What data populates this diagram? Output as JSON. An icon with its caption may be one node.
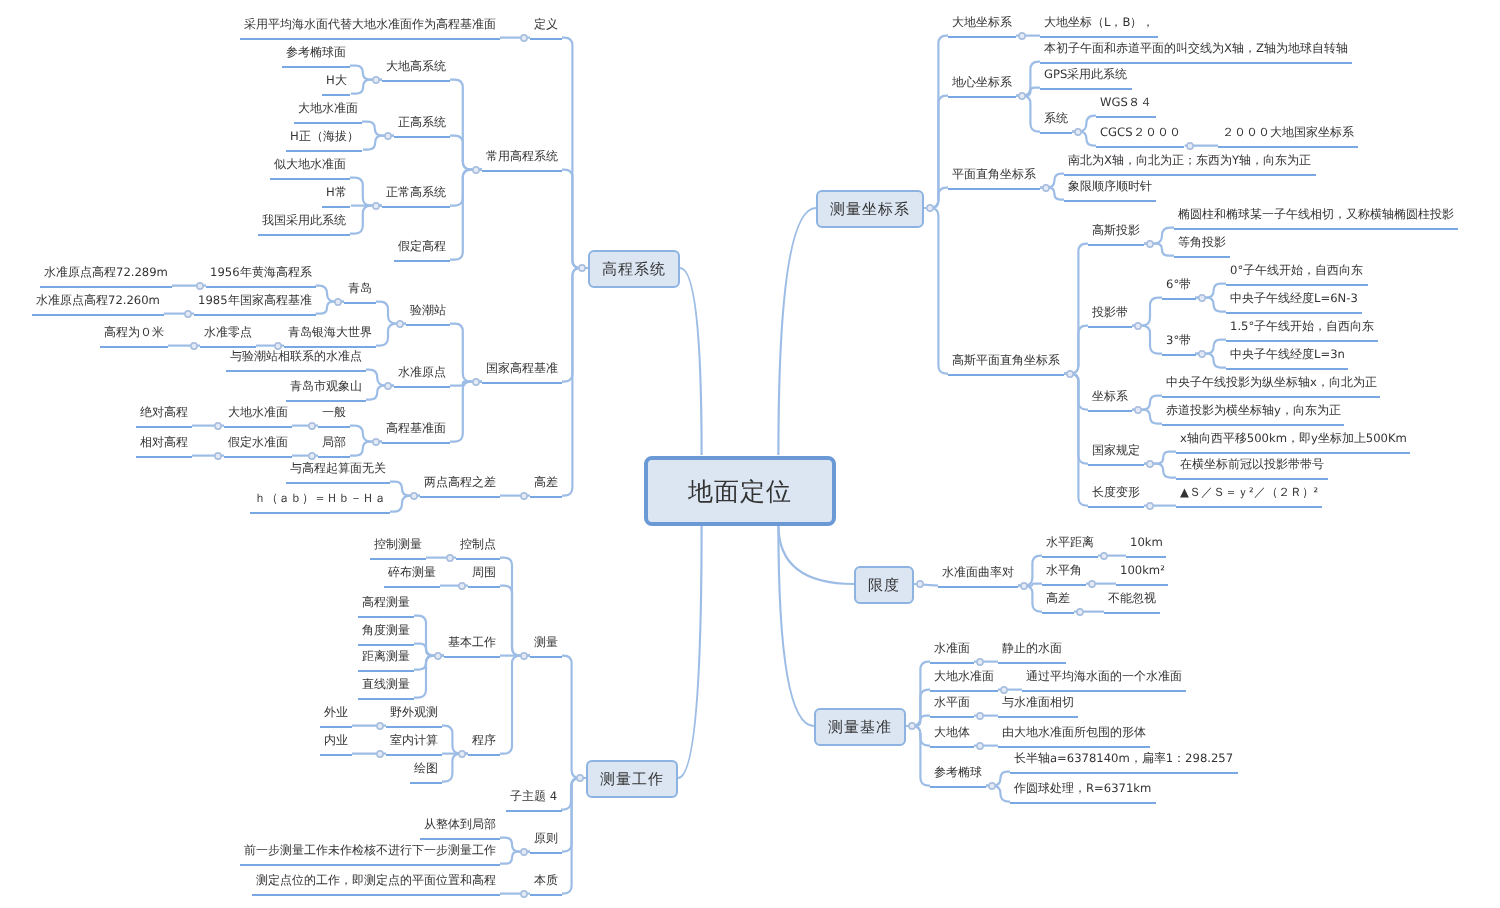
{
  "diagram": {
    "nodes": [
      {
        "text": [
          "地面定位"
        ]
      },
      {
        "text": [
          "高程系统"
        ]
      },
      {
        "text": [
          "定义"
        ]
      },
      {
        "text": [
          "采用平均海水面代替大地水准面作为高程基准面"
        ]
      },
      {
        "text": [
          "常用高程系统"
        ]
      },
      {
        "text": [
          "大地高系统"
        ]
      },
      {
        "text": [
          "参考椭球面"
        ]
      },
      {
        "text": [
          "H大"
        ]
      },
      {
        "text": [
          "正高系统"
        ]
      },
      {
        "text": [
          "大地水准面"
        ]
      },
      {
        "text": [
          "H正（海拔）"
        ]
      },
      {
        "text": [
          "正常高系统"
        ]
      },
      {
        "text": [
          "似大地水准面"
        ]
      },
      {
        "text": [
          "H常"
        ]
      },
      {
        "text": [
          "我国采用此系统"
        ]
      },
      {
        "text": [
          "假定高程"
        ]
      },
      {
        "text": [
          "国家高程基准"
        ]
      },
      {
        "text": [
          "验潮站"
        ]
      },
      {
        "text": [
          "青岛"
        ]
      },
      {
        "text": [
          "1956年黄海高程系"
        ]
      },
      {
        "text": [
          "水准原点高程72.289m"
        ]
      },
      {
        "text": [
          "1985年国家高程基准"
        ]
      },
      {
        "text": [
          "水准原点高程72.260m"
        ]
      },
      {
        "text": [
          "青岛银海大世界"
        ]
      },
      {
        "text": [
          "水准零点"
        ]
      },
      {
        "text": [
          "高程为０米"
        ]
      },
      {
        "text": [
          "水准原点"
        ]
      },
      {
        "text": [
          "与验潮站相联系的水准点"
        ]
      },
      {
        "text": [
          "青岛市观象山"
        ]
      },
      {
        "text": [
          "高程基准面"
        ]
      },
      {
        "text": [
          "一般"
        ]
      },
      {
        "text": [
          "大地水准面"
        ]
      },
      {
        "text": [
          "绝对高程"
        ]
      },
      {
        "text": [
          "局部"
        ]
      },
      {
        "text": [
          "假定水准面"
        ]
      },
      {
        "text": [
          "相对高程"
        ]
      },
      {
        "text": [
          "高差"
        ]
      },
      {
        "text": [
          "两点高程之差"
        ]
      },
      {
        "text": [
          "与高程起算面无关"
        ]
      },
      {
        "text": [
          "ｈ（ａｂ）＝Ｈｂ－Ｈａ"
        ]
      },
      {
        "text": [
          "测量工作"
        ]
      },
      {
        "text": [
          "测量"
        ]
      },
      {
        "text": [
          "控制点"
        ]
      },
      {
        "text": [
          "控制测量"
        ]
      },
      {
        "text": [
          "周围"
        ]
      },
      {
        "text": [
          "碎布测量"
        ]
      },
      {
        "text": [
          "基本工作"
        ]
      },
      {
        "text": [
          "高程测量"
        ]
      },
      {
        "text": [
          "角度测量"
        ]
      },
      {
        "text": [
          "距离测量"
        ]
      },
      {
        "text": [
          "直线测量"
        ]
      },
      {
        "text": [
          "程序"
        ]
      },
      {
        "text": [
          "野外观测"
        ]
      },
      {
        "text": [
          "外业"
        ]
      },
      {
        "text": [
          "室内计算"
        ]
      },
      {
        "text": [
          "内业"
        ]
      },
      {
        "text": [
          "绘图"
        ]
      },
      {
        "text": [
          "子主题 4"
        ]
      },
      {
        "text": [
          "原则"
        ]
      },
      {
        "text": [
          "从整体到局部"
        ]
      },
      {
        "text": [
          "前一步测量工作未作检核不进行下一步测量工作"
        ]
      },
      {
        "text": [
          "本质"
        ]
      },
      {
        "text": [
          "测定点位的工作，即测定点的平面位置和高程"
        ]
      },
      {
        "text": [
          "测量坐标系"
        ]
      },
      {
        "text": [
          "大地坐标系"
        ]
      },
      {
        "text": [
          "大地坐标（L，B），"
        ]
      },
      {
        "text": [
          "地心坐标系"
        ]
      },
      {
        "text": [
          "本初子午面和赤道平面的叫交线为X轴，Z轴为地球自转轴"
        ]
      },
      {
        "text": [
          "GPS采用此系统"
        ]
      },
      {
        "text": [
          "系统"
        ]
      },
      {
        "text": [
          "WGS８４"
        ]
      },
      {
        "text": [
          "CGCS２０００"
        ]
      },
      {
        "text": [
          "２０００大地国家坐标系"
        ]
      },
      {
        "text": [
          "平面直角坐标系"
        ]
      },
      {
        "text": [
          "南北为X轴，向北为正；东西为Y轴，向东为正"
        ]
      },
      {
        "text": [
          "象限顺序顺时针"
        ]
      },
      {
        "text": [
          "高斯平面直角坐标系"
        ]
      },
      {
        "text": [
          "高斯投影"
        ]
      },
      {
        "text": [
          "椭圆柱和椭球某一子午线相切，又称横轴椭圆柱投影"
        ]
      },
      {
        "text": [
          "等角投影"
        ]
      },
      {
        "text": [
          "投影带"
        ]
      },
      {
        "text": [
          "6°带"
        ]
      },
      {
        "text": [
          "0°子午线开始，自西向东"
        ]
      },
      {
        "text": [
          "中央子午线经度L=6N-3"
        ]
      },
      {
        "text": [
          "3°带"
        ]
      },
      {
        "text": [
          "1.5°子午线开始，自西向东"
        ]
      },
      {
        "text": [
          "中央子午线经度L=3n"
        ]
      },
      {
        "text": [
          "坐标系"
        ]
      },
      {
        "text": [
          "中央子午线投影为纵坐标轴x，向北为正"
        ]
      },
      {
        "text": [
          "赤道投影为横坐标轴y，向东为正"
        ]
      },
      {
        "text": [
          "国家规定"
        ]
      },
      {
        "text": [
          "x轴向西平移500km，即y坐标加上500Km"
        ]
      },
      {
        "text": [
          "在横坐标前冠以投影带带号"
        ]
      },
      {
        "text": [
          "长度变形"
        ]
      },
      {
        "text": [
          "▲Ｓ／Ｓ＝ｙ²／（２Ｒ）²"
        ]
      },
      {
        "text": [
          "限度"
        ]
      },
      {
        "text": [
          "水准面曲率对"
        ]
      },
      {
        "text": [
          "水平距离"
        ]
      },
      {
        "text": [
          "10km"
        ]
      },
      {
        "text": [
          "水平角"
        ]
      },
      {
        "text": [
          "100km²"
        ]
      },
      {
        "text": [
          "高差"
        ]
      },
      {
        "text": [
          "不能忽视"
        ]
      },
      {
        "text": [
          "测量基准"
        ]
      },
      {
        "text": [
          "水准面"
        ]
      },
      {
        "text": [
          "静止的水面"
        ]
      },
      {
        "text": [
          "大地水准面"
        ]
      },
      {
        "text": [
          "通过平均海水面的一个水准面"
        ]
      },
      {
        "text": [
          "水平面"
        ]
      },
      {
        "text": [
          "与水准面相切"
        ]
      },
      {
        "text": [
          "大地体"
        ]
      },
      {
        "text": [
          "由大地水准面所包围的形体"
        ]
      },
      {
        "text": [
          "参考椭球"
        ]
      },
      {
        "text": [
          "长半轴a=6378140m，扁率1：298.257"
        ]
      },
      {
        "text": [
          "作圆球处理，R=6371km"
        ]
      }
    ],
    "edges": [
      {
        "from": 0,
        "to": 1,
        "arrow": "none"
      },
      {
        "from": 1,
        "to": 2,
        "arrow": "none"
      },
      {
        "from": 2,
        "to": 3,
        "arrow": "none"
      },
      {
        "from": 1,
        "to": 4,
        "arrow": "none"
      },
      {
        "from": 4,
        "to": 5,
        "arrow": "none"
      },
      {
        "from": 5,
        "to": 6,
        "arrow": "none"
      },
      {
        "from": 5,
        "to": 7,
        "arrow": "none"
      },
      {
        "from": 4,
        "to": 8,
        "arrow": "none"
      },
      {
        "from": 8,
        "to": 9,
        "arrow": "none"
      },
      {
        "from": 8,
        "to": 10,
        "arrow": "none"
      },
      {
        "from": 4,
        "to": 11,
        "arrow": "none"
      },
      {
        "from": 11,
        "to": 12,
        "arrow": "none"
      },
      {
        "from": 11,
        "to": 13,
        "arrow": "none"
      },
      {
        "from": 11,
        "to": 14,
        "arrow": "none"
      },
      {
        "from": 4,
        "to": 15,
        "arrow": "none"
      },
      {
        "from": 1,
        "to": 16,
        "arrow": "none"
      },
      {
        "from": 16,
        "to": 17,
        "arrow": "none"
      },
      {
        "from": 17,
        "to": 18,
        "arrow": "none"
      },
      {
        "from": 18,
        "to": 19,
        "arrow": "none"
      },
      {
        "from": 19,
        "to": 20,
        "arrow": "none"
      },
      {
        "from": 18,
        "to": 21,
        "arrow": "none"
      },
      {
        "from": 21,
        "to": 22,
        "arrow": "none"
      },
      {
        "from": 17,
        "to": 23,
        "arrow": "none"
      },
      {
        "from": 23,
        "to": 24,
        "arrow": "none"
      },
      {
        "from": 24,
        "to": 25,
        "arrow": "none"
      },
      {
        "from": 16,
        "to": 26,
        "arrow": "none"
      },
      {
        "from": 26,
        "to": 27,
        "arrow": "none"
      },
      {
        "from": 26,
        "to": 28,
        "arrow": "none"
      },
      {
        "from": 16,
        "to": 29,
        "arrow": "none"
      },
      {
        "from": 29,
        "to": 30,
        "arrow": "none"
      },
      {
        "from": 30,
        "to": 31,
        "arrow": "none"
      },
      {
        "from": 31,
        "to": 32,
        "arrow": "none"
      },
      {
        "from": 29,
        "to": 33,
        "arrow": "none"
      },
      {
        "from": 33,
        "to": 34,
        "arrow": "none"
      },
      {
        "from": 34,
        "to": 35,
        "arrow": "none"
      },
      {
        "from": 1,
        "to": 36,
        "arrow": "none"
      },
      {
        "from": 36,
        "to": 37,
        "arrow": "none"
      },
      {
        "from": 37,
        "to": 38,
        "arrow": "none"
      },
      {
        "from": 37,
        "to": 39,
        "arrow": "none"
      },
      {
        "from": 0,
        "to": 40,
        "arrow": "none"
      },
      {
        "from": 40,
        "to": 41,
        "arrow": "none"
      },
      {
        "from": 41,
        "to": 42,
        "arrow": "none"
      },
      {
        "from": 42,
        "to": 43,
        "arrow": "none"
      },
      {
        "from": 41,
        "to": 44,
        "arrow": "none"
      },
      {
        "from": 44,
        "to": 45,
        "arrow": "none"
      },
      {
        "from": 41,
        "to": 46,
        "arrow": "none"
      },
      {
        "from": 46,
        "to": 47,
        "arrow": "none"
      },
      {
        "from": 46,
        "to": 48,
        "arrow": "none"
      },
      {
        "from": 46,
        "to": 49,
        "arrow": "none"
      },
      {
        "from": 46,
        "to": 50,
        "arrow": "none"
      },
      {
        "from": 41,
        "to": 51,
        "arrow": "none"
      },
      {
        "from": 51,
        "to": 52,
        "arrow": "none"
      },
      {
        "from": 52,
        "to": 53,
        "arrow": "none"
      },
      {
        "from": 51,
        "to": 54,
        "arrow": "none"
      },
      {
        "from": 54,
        "to": 55,
        "arrow": "none"
      },
      {
        "from": 51,
        "to": 56,
        "arrow": "none"
      },
      {
        "from": 40,
        "to": 57,
        "arrow": "none"
      },
      {
        "from": 40,
        "to": 58,
        "arrow": "none"
      },
      {
        "from": 58,
        "to": 59,
        "arrow": "none"
      },
      {
        "from": 58,
        "to": 60,
        "arrow": "none"
      },
      {
        "from": 40,
        "to": 61,
        "arrow": "none"
      },
      {
        "from": 61,
        "to": 62,
        "arrow": "none"
      },
      {
        "from": 0,
        "to": 63,
        "arrow": "none"
      },
      {
        "from": 63,
        "to": 64,
        "arrow": "none"
      },
      {
        "from": 64,
        "to": 65,
        "arrow": "none"
      },
      {
        "from": 63,
        "to": 66,
        "arrow": "none"
      },
      {
        "from": 66,
        "to": 67,
        "arrow": "none"
      },
      {
        "from": 66,
        "to": 68,
        "arrow": "none"
      },
      {
        "from": 66,
        "to": 69,
        "arrow": "none"
      },
      {
        "from": 69,
        "to": 70,
        "arrow": "none"
      },
      {
        "from": 69,
        "to": 71,
        "arrow": "none"
      },
      {
        "from": 71,
        "to": 72,
        "arrow": "none"
      },
      {
        "from": 63,
        "to": 73,
        "arrow": "none"
      },
      {
        "from": 73,
        "to": 74,
        "arrow": "none"
      },
      {
        "from": 73,
        "to": 75,
        "arrow": "none"
      },
      {
        "from": 63,
        "to": 76,
        "arrow": "none"
      },
      {
        "from": 76,
        "to": 77,
        "arrow": "none"
      },
      {
        "from": 77,
        "to": 78,
        "arrow": "none"
      },
      {
        "from": 77,
        "to": 79,
        "arrow": "none"
      },
      {
        "from": 76,
        "to": 80,
        "arrow": "none"
      },
      {
        "from": 80,
        "to": 81,
        "arrow": "none"
      },
      {
        "from": 81,
        "to": 82,
        "arrow": "none"
      },
      {
        "from": 81,
        "to": 83,
        "arrow": "none"
      },
      {
        "from": 80,
        "to": 84,
        "arrow": "none"
      },
      {
        "from": 84,
        "to": 85,
        "arrow": "none"
      },
      {
        "from": 84,
        "to": 86,
        "arrow": "none"
      },
      {
        "from": 76,
        "to": 87,
        "arrow": "none"
      },
      {
        "from": 87,
        "to": 88,
        "arrow": "none"
      },
      {
        "from": 87,
        "to": 89,
        "arrow": "none"
      },
      {
        "from": 76,
        "to": 90,
        "arrow": "none"
      },
      {
        "from": 90,
        "to": 91,
        "arrow": "none"
      },
      {
        "from": 90,
        "to": 92,
        "arrow": "none"
      },
      {
        "from": 76,
        "to": 93,
        "arrow": "none"
      },
      {
        "from": 93,
        "to": 94,
        "arrow": "none"
      },
      {
        "from": 0,
        "to": 95,
        "arrow": "none"
      },
      {
        "from": 95,
        "to": 96,
        "arrow": "none"
      },
      {
        "from": 96,
        "to": 97,
        "arrow": "none"
      },
      {
        "from": 97,
        "to": 98,
        "arrow": "none"
      },
      {
        "from": 96,
        "to": 99,
        "arrow": "none"
      },
      {
        "from": 99,
        "to": 100,
        "arrow": "none"
      },
      {
        "from": 96,
        "to": 101,
        "arrow": "none"
      },
      {
        "from": 101,
        "to": 102,
        "arrow": "none"
      },
      {
        "from": 0,
        "to": 103,
        "arrow": "none"
      },
      {
        "from": 103,
        "to": 104,
        "arrow": "none"
      },
      {
        "from": 104,
        "to": 105,
        "arrow": "none"
      },
      {
        "from": 103,
        "to": 106,
        "arrow": "none"
      },
      {
        "from": 106,
        "to": 107,
        "arrow": "none"
      },
      {
        "from": 103,
        "to": 108,
        "arrow": "none"
      },
      {
        "from": 108,
        "to": 109,
        "arrow": "none"
      },
      {
        "from": 103,
        "to": 110,
        "arrow": "none"
      },
      {
        "from": 110,
        "to": 111,
        "arrow": "none"
      },
      {
        "from": 103,
        "to": 112,
        "arrow": "none"
      },
      {
        "from": 112,
        "to": 113,
        "arrow": "none"
      },
      {
        "from": 112,
        "to": 114,
        "arrow": "none"
      }
    ]
  }
}
